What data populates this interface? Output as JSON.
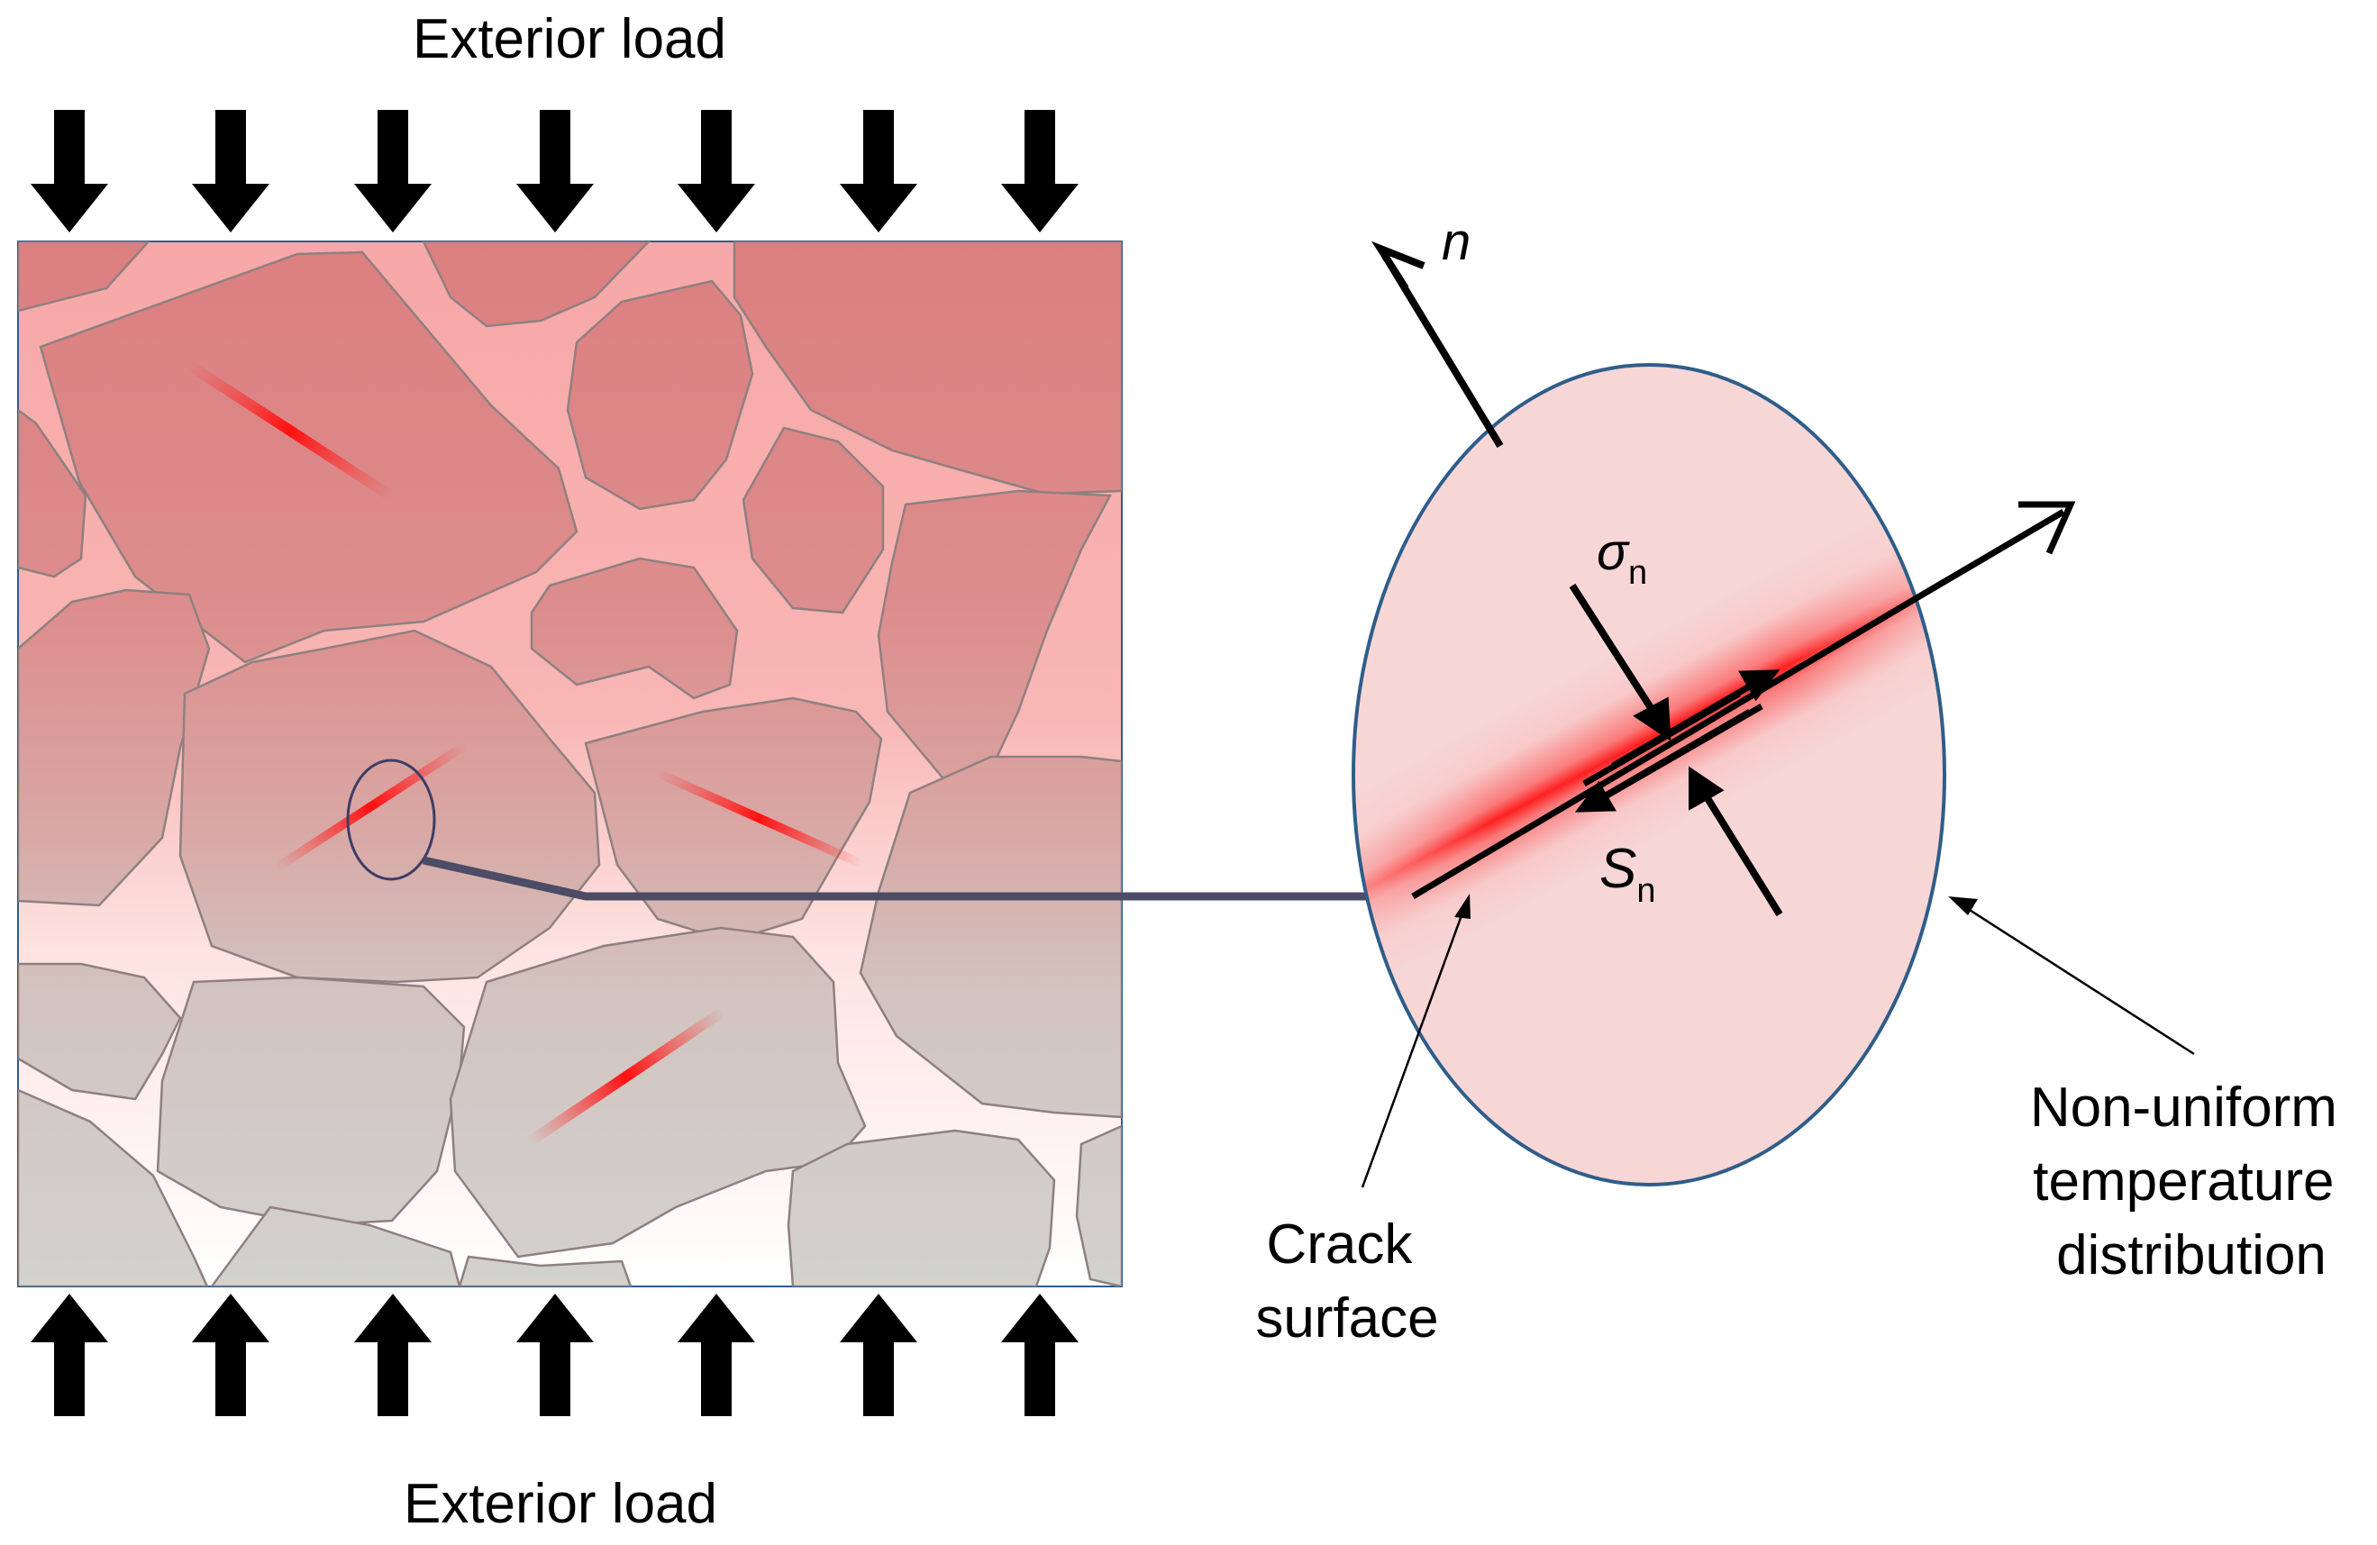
{
  "labels": {
    "top_load": "Exterior load",
    "bottom_load": "Exterior load",
    "normal": "n",
    "sigma": "σ",
    "sigma_sub": "n",
    "shear": "S",
    "shear_sub": "n",
    "crack_surface": [
      "Crack",
      "surface"
    ],
    "temperature": [
      "Non-uniform",
      "temperature",
      "distribution"
    ]
  },
  "colors": {
    "hot": "#f4a3a3",
    "cold": "#ffffff",
    "grain_hot": "#dd7f7f",
    "grain_cold": "#d3d3d0",
    "crack": "#ff1010",
    "outline": "#2f5d8a",
    "connector": "#4c4c66"
  },
  "icons": {
    "load_arrow": "down-arrow-icon",
    "reaction_arrow": "up-arrow-icon"
  }
}
